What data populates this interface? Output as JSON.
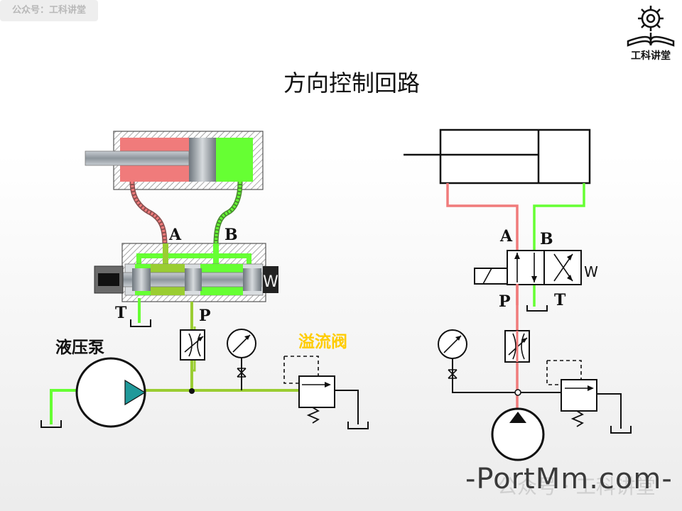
{
  "watermark_top": "公众号：工科讲堂",
  "logo": {
    "text": "工科讲堂",
    "icon": "gear-book-icon"
  },
  "title": "方向控制回路",
  "left_diagram": {
    "label_a": "A",
    "label_b": "B",
    "label_t": "T",
    "label_p": "P",
    "pump_label": "液压泵",
    "relief_valve_label": "溢流阀",
    "spring_mark": "W"
  },
  "right_diagram": {
    "label_a": "A",
    "label_b": "B",
    "label_p": "P",
    "label_t": "T",
    "spring_mark": "W"
  },
  "bottom_watermark": "-PortMm.com-",
  "faint_watermark": "公众号 · 工科讲堂",
  "colors": {
    "pressure": "#f07b7b",
    "return": "#66ff33",
    "pressure_line": "#9acd32",
    "annotation": "#ffcc00",
    "pump_fill": "#20999a"
  }
}
